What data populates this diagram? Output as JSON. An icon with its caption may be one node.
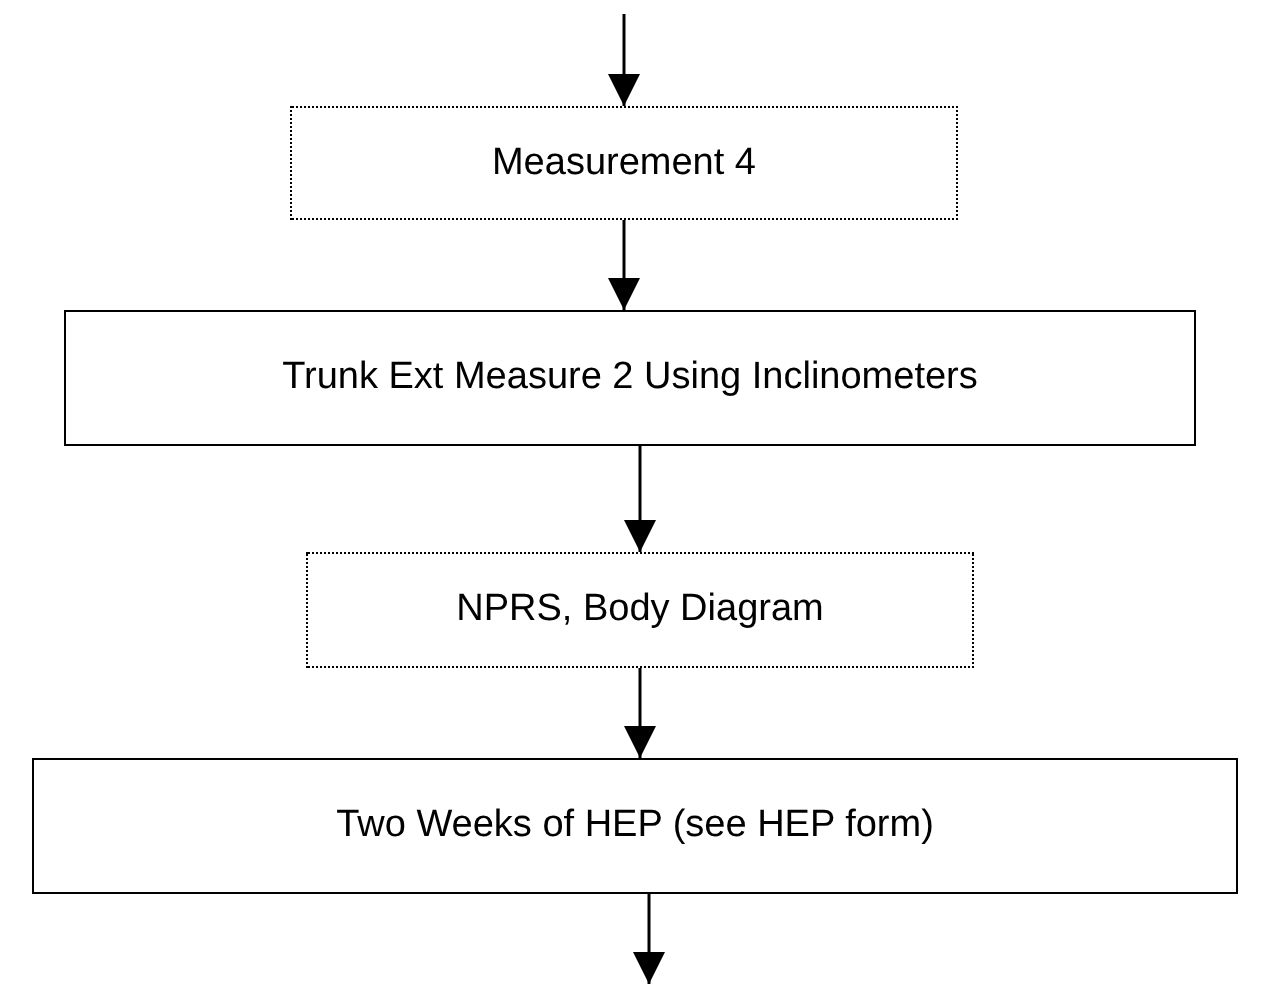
{
  "diagram": {
    "nodes": [
      {
        "text": [
          "Measurement 4"
        ]
      },
      {
        "text": [
          "Trunk Ext Measure 2 Using Inclinometers"
        ]
      },
      {
        "text": [
          "NPRS, Body Diagram"
        ]
      },
      {
        "text": [
          "Two Weeks of HEP (see HEP form)"
        ]
      }
    ],
    "edges": [
      {
        "from": null,
        "to": 0,
        "arrow": "to"
      },
      {
        "from": 0,
        "to": 1,
        "arrow": "to"
      },
      {
        "from": 1,
        "to": 2,
        "arrow": "to"
      },
      {
        "from": 2,
        "to": 3,
        "arrow": "to"
      },
      {
        "from": 3,
        "to": null,
        "arrow": "to"
      }
    ]
  }
}
